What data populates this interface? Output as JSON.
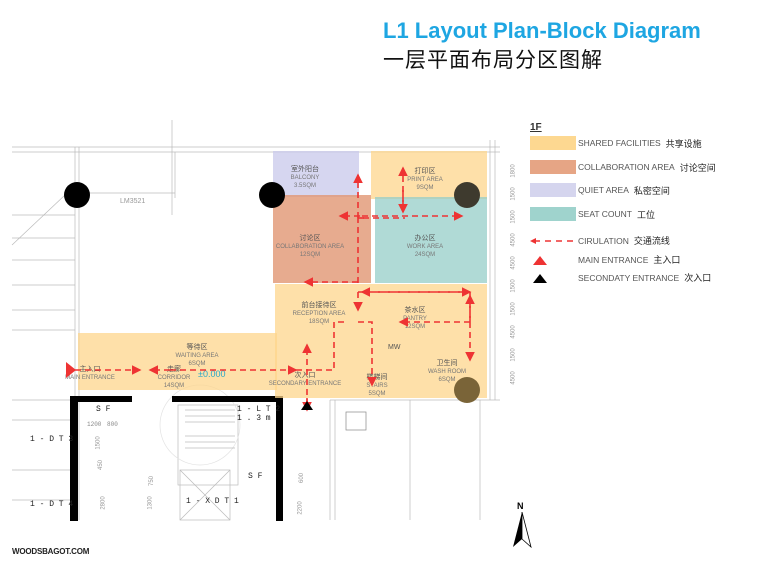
{
  "header": {
    "title_en": "L1 Layout Plan-Block Diagram",
    "title_zh": "一层平面布局分区图解"
  },
  "legend": {
    "floor": "1F",
    "items": [
      {
        "en": "SHARED FACILITIES",
        "zh": "共享设施",
        "color": "#fdd891"
      },
      {
        "en": "COLLABORATION AREA",
        "zh": "讨论空间",
        "color": "#e6a585"
      },
      {
        "en": "QUIET AREA",
        "zh": "私密空间",
        "color": "#d5d5ee"
      },
      {
        "en": "SEAT COUNT",
        "zh": "工位",
        "color": "#9fd3cd"
      },
      {
        "en": "CIRULATION",
        "zh": "交通流线",
        "color": "#ee3333"
      },
      {
        "en": "MAIN ENTRANCE",
        "zh": "主入口",
        "color": "#ee3333"
      },
      {
        "en": "SECONDATY ENTRANCE",
        "zh": "次入口",
        "color": "#000000"
      }
    ]
  },
  "zones": {
    "balcony": {
      "zh": "室外阳台",
      "en": "BALCONY",
      "area": "3.5SQM"
    },
    "print": {
      "zh": "打印区",
      "en": "PRINT AREA",
      "area": "9SQM"
    },
    "collab": {
      "zh": "讨论区",
      "en": "COLLABORATION AREA",
      "area": "12SQM"
    },
    "work": {
      "zh": "办公区",
      "en": "WORK AREA",
      "area": "24SQM"
    },
    "reception": {
      "zh": "前台接待区",
      "en": "RECEPTION AREA",
      "area": "18SQM"
    },
    "pantry": {
      "zh": "茶水区",
      "en": "PANTRY",
      "area": "12SQM"
    },
    "waiting": {
      "zh": "等待区",
      "en": "WAITING AREA",
      "area": "6SQM"
    },
    "corridor": {
      "zh": "走廊",
      "en": "CORRIDOR",
      "area": "14SQM"
    },
    "main_entrance": {
      "zh": "主入口",
      "en": "MAIN ENTRANCE"
    },
    "secondary_entrance": {
      "zh": "次入口",
      "en": "SECONDARY ENTRANCE"
    },
    "stairs": {
      "zh": "楼梯间",
      "en": "STAIRS",
      "area": "5SQM"
    },
    "washroom": {
      "zh": "卫生间",
      "en": "WASH ROOM",
      "area": "6SQM"
    }
  },
  "plan_tags": {
    "lm": "LM3521",
    "level": "±0.000",
    "mw": "MW",
    "sf1": "S F",
    "sf2": "S F",
    "lt2": "1 - L T 2",
    "lt2_h": "1 . 3 m",
    "xdt1": "1 - X D T 1",
    "dt3": "1 - D T 3",
    "dt4": "1 - D T 4",
    "d1200": "1200",
    "d800": "800",
    "d1500": "1500",
    "d450": "450",
    "d750": "750",
    "d1300": "1300",
    "d2800": "2800",
    "d600": "600",
    "d2200": "2200"
  },
  "dims_right": [
    "1800",
    "1500",
    "1500",
    "4500",
    "4500",
    "1500",
    "1500",
    "4500",
    "1500",
    "4500"
  ],
  "north": "N",
  "footer": "WOODSBAGOT.COM"
}
